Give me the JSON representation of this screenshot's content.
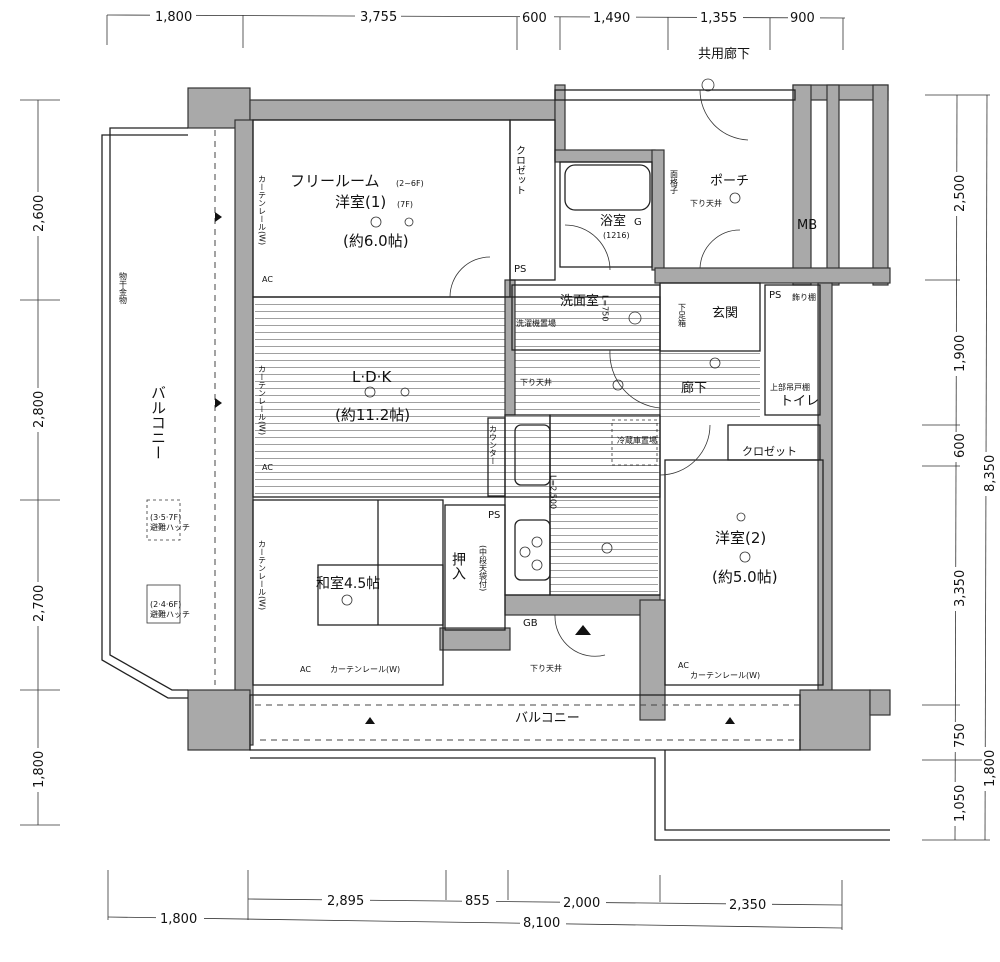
{
  "dimensions": {
    "top": [
      "1,800",
      "3,755",
      "600",
      "1,490",
      "1,355",
      "900"
    ],
    "bottom_inner": [
      "2,895",
      "855",
      "2,000",
      "2,350"
    ],
    "bottom_outer": [
      "1,800",
      "8,100"
    ],
    "left": [
      "2,600",
      "2,800",
      "2,700",
      "1,800"
    ],
    "right_inner": [
      "2,500",
      "1,900",
      "600",
      "3,350",
      "750",
      "1,050"
    ],
    "right_outer": [
      "8,350",
      "1,800"
    ]
  },
  "rooms": {
    "common_corridor": "共用廊下",
    "free_room": "フリールーム",
    "free_room_floors": "(2~6F)",
    "western1": "洋室(1)",
    "western1_floors": "(7F)",
    "western1_size": "(約6.0帖)",
    "closet1": "クロゼット",
    "bath": "浴室",
    "bath_size": "(1216)",
    "porch": "ポーチ",
    "lowered_ceiling": "下り天井",
    "grille": "面格子",
    "mb": "MB",
    "ps": "PS",
    "washroom": "洗面室",
    "washer": "洗濯機置場",
    "wash_l": "L=750",
    "shoe_box": "下足箱",
    "entrance": "玄関",
    "hallway": "廊下",
    "shelf": "飾り棚",
    "upper_cabinet": "上部吊戸棚",
    "toilet": "トイレ",
    "closet2": "クロゼット",
    "ldk": "L·D·K",
    "ldk_size": "(約11.2帖)",
    "counter": "カウンター",
    "fridge": "冷蔵庫置場",
    "kitchen_l": "L=2,500",
    "western2": "洋室(2)",
    "western2_size": "(約5.0帖)",
    "japanese": "和室4.5帖",
    "oshiire": "押入",
    "oshiire_note": "(中段天袋付)",
    "gb": "GB",
    "balcony_left": "バルコニー",
    "balcony_bottom": "バルコニー",
    "drying": "物干金物",
    "hatch1": "(3·5·7F)",
    "hatch1_label": "避難ハッチ",
    "hatch2": "(2·4·6F)",
    "hatch2_label": "避難ハッチ",
    "curtain_rail": "カーテンレール(W)",
    "curtain_rail_v": "カーテンレール(W)",
    "ac": "AC",
    "g": "G"
  }
}
